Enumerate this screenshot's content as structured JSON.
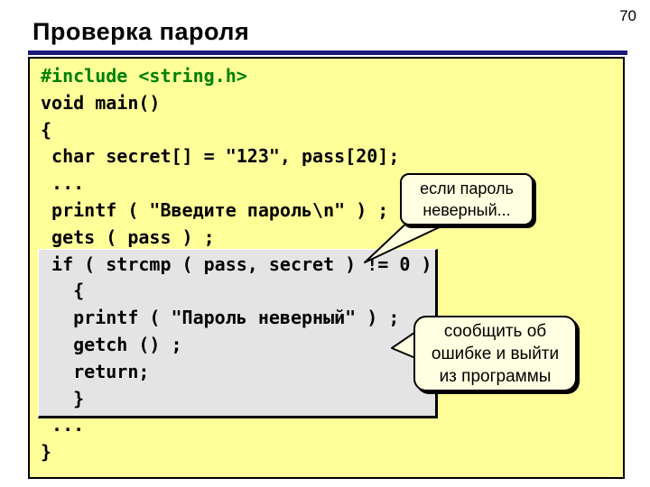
{
  "slide": {
    "page_number": "70",
    "title": "Проверка пароля"
  },
  "code": {
    "lines": [
      "#include <string.h>",
      "void main()",
      "{",
      " char secret[] = \"123\", pass[20];",
      " ...",
      " printf ( \"Введите пароль\\n\" ) ;",
      " gets ( pass ) ;",
      " if ( strcmp ( pass, secret ) != 0 )",
      "   {",
      "   printf ( \"Пароль неверный\" ) ;",
      "   getch () ;",
      "   return;",
      "   }",
      " ...",
      "}"
    ]
  },
  "callouts": [
    {
      "lines": [
        "если пароль",
        "неверный..."
      ]
    },
    {
      "lines": [
        "сообщить об",
        "ошибке и выйти",
        "из программы"
      ]
    }
  ],
  "colors": {
    "code_background": "#FFFF99",
    "include_directive_green": "#008000",
    "highlight_gray": "#E4E4E4",
    "callout_background": "#FFFFE1",
    "title_rule_navy": "#1B1B78"
  }
}
